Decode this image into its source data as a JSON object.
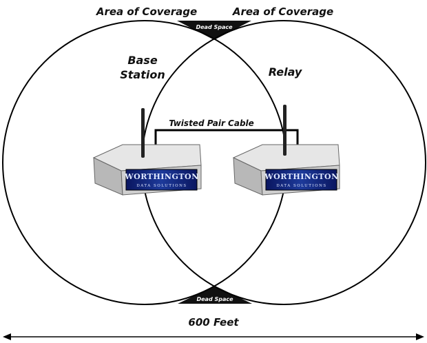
{
  "labels": {
    "coverage_left": "Area of Coverage",
    "coverage_right": "Area of Coverage",
    "dead_space_top": "Dead Space",
    "dead_space_bottom": "Dead Space",
    "base_station_line1": "Base",
    "base_station_line2": "Station",
    "relay": "Relay",
    "cable": "Twisted Pair Cable",
    "distance": "600 Feet"
  },
  "devices": [
    {
      "brand": "WORTHINGTON",
      "subtitle": "DATA SOLUTIONS"
    },
    {
      "brand": "WORTHINGTON",
      "subtitle": "DATA SOLUTIONS"
    }
  ],
  "colors": {
    "outline": "#000000",
    "dead_space": "#111111",
    "device_body": "#e2e2e2",
    "device_shadow": "#9a9a9a",
    "device_panel": "#0b1a66"
  }
}
